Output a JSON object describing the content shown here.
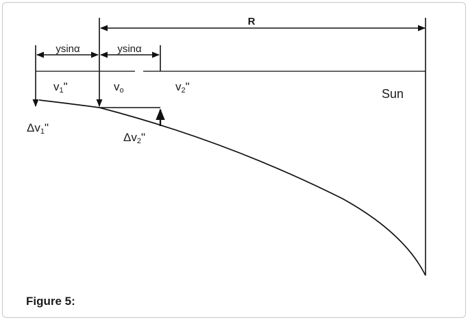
{
  "diagram": {
    "r_label": "R",
    "seg1_label": "ysinα",
    "seg2_label": "ysinα",
    "v1": {
      "base": "v",
      "sub": "1",
      "prime": "\""
    },
    "v0": {
      "base": "v",
      "sub": "o"
    },
    "v2": {
      "base": "v",
      "sub": "2",
      "prime": "\""
    },
    "sun_label": "Sun",
    "dv1": {
      "base": "Δv",
      "sub": "1",
      "prime": "\""
    },
    "dv2": {
      "base": "Δv",
      "sub": "2",
      "prime": "\""
    }
  },
  "caption": "Figure 5:"
}
